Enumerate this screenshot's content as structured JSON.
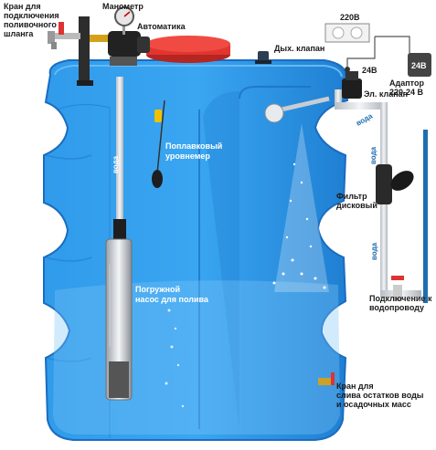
{
  "labels": {
    "faucet_hose": [
      "Кран для",
      "подключения",
      "поливочного",
      "шланга"
    ],
    "manometer": "Манометр",
    "automation": "Автоматика",
    "outlet_220": "220В",
    "breather_valve": "Дых. клапан",
    "adapter_24": "24В",
    "adapter": [
      "Адаптор",
      "220-24 В"
    ],
    "v24": "24В",
    "el_valve": "Эл. клапан",
    "float_level": [
      "Поплавковый",
      "уровнемер"
    ],
    "disc_filter": [
      "Фильтр",
      "дисковый"
    ],
    "pump": [
      "Погружной",
      "насос для полива"
    ],
    "water_supply": [
      "Подключение к",
      "водопроводу"
    ],
    "drain_tap": [
      "Кран для",
      "слива остатков воды",
      "и осадочных масс"
    ]
  },
  "flow": {
    "left_pipe": "вода",
    "top_pipe": "вода",
    "right_upper": "вода",
    "right_lower": "вода"
  },
  "colors": {
    "tank_blue": "#2a8fe0",
    "tank_dark": "#1b6cc0",
    "lid_red": "#e2352f",
    "pipe_grey": "#c8cdd3"
  },
  "icons": [
    "valve-icon",
    "manometer-icon",
    "pump-icon",
    "outlet-icon",
    "adapter-icon",
    "filter-icon",
    "shower-icon",
    "float-icon",
    "drain-tap-icon"
  ]
}
